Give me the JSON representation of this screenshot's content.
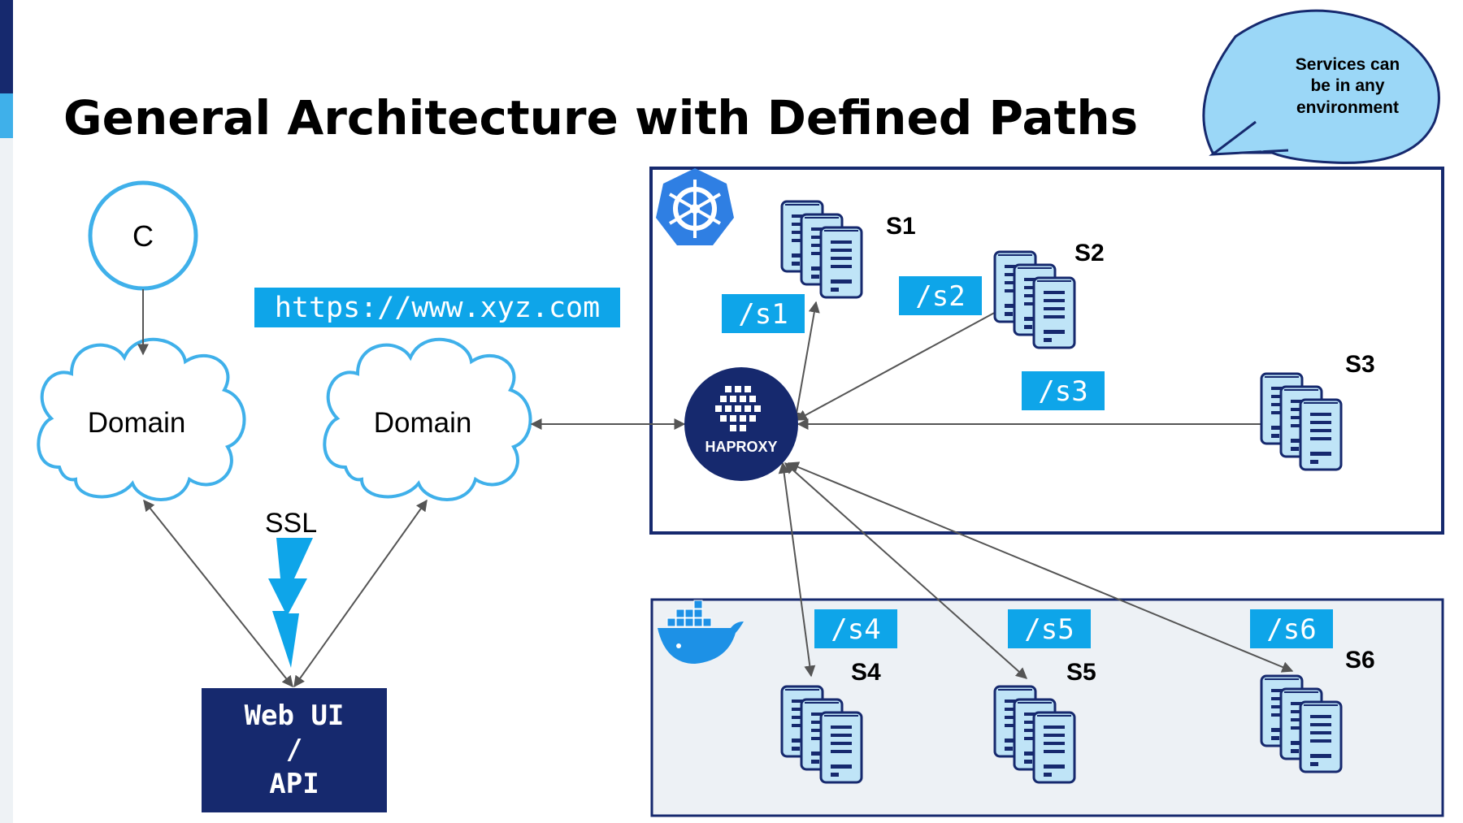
{
  "title": "General Architecture with Defined Paths",
  "callout": {
    "line1": "Services can",
    "line2": "be in any",
    "line3": "environment"
  },
  "client": {
    "label": "C"
  },
  "domains": [
    {
      "label": "Domain"
    },
    {
      "label": "Domain"
    }
  ],
  "url": "https://www.xyz.com",
  "ssl_label": "SSL",
  "webui": {
    "line1": "Web UI",
    "line2": "/",
    "line3": "API"
  },
  "haproxy_label": "HAPROXY",
  "paths": [
    "/s1",
    "/s2",
    "/s3",
    "/s4",
    "/s5",
    "/s6"
  ],
  "services": [
    "S1",
    "S2",
    "S3",
    "S4",
    "S5",
    "S6"
  ],
  "colors": {
    "accent": "#0ea5e9",
    "navy": "#16296e",
    "server_fill": "#bfe4f7",
    "docker_bg": "#edf1f5",
    "callout_fill": "#9bd7f7",
    "cloud_stroke": "#3fb0ea"
  },
  "icons": {
    "kubernetes": "kubernetes-icon",
    "docker": "docker-icon",
    "haproxy": "haproxy-logo",
    "ssl": "lightning-bolt-icon"
  }
}
